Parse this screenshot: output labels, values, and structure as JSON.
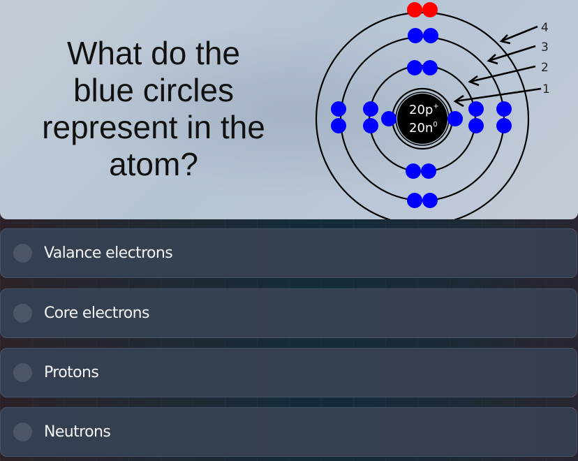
{
  "question": {
    "lines": [
      "What do the",
      "blue circles",
      "represent in the",
      "atom?"
    ],
    "image": {
      "nucleus": {
        "protons": "20p",
        "protons_sup": "+",
        "neutrons": "20n",
        "neutrons_sup": "0"
      },
      "shell_labels": [
        "1",
        "2",
        "3",
        "4"
      ],
      "colors": {
        "electron": "#0000ff",
        "valence_electron": "#ff0000",
        "nucleus": "#000000"
      }
    }
  },
  "options": [
    {
      "label": "Valance electrons"
    },
    {
      "label": "Core electrons"
    },
    {
      "label": "Protons"
    },
    {
      "label": "Neutrons"
    }
  ]
}
